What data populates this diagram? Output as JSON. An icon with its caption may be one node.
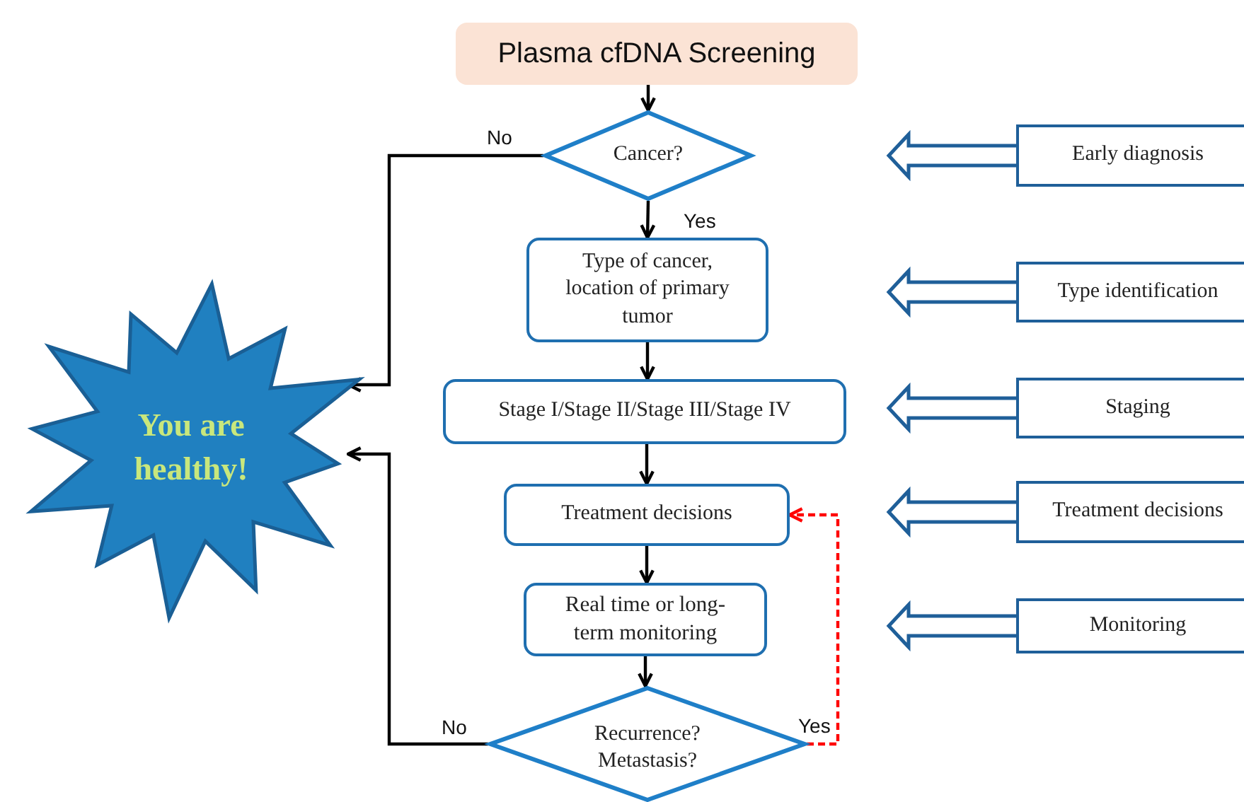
{
  "diagram": {
    "nodes": [
      {
        "text": [
          "Plasma cfDNA Screening"
        ]
      },
      {
        "text": [
          "Cancer?"
        ]
      },
      {
        "text": [
          "Type of cancer, location of primary tumor"
        ]
      },
      {
        "text": [
          "Stage I/Stage II/Stage III/Stage IV"
        ]
      },
      {
        "text": [
          "Treatment decisions"
        ]
      },
      {
        "text": [
          "Real time or long-term monitoring"
        ]
      },
      {
        "text": [
          "Recurrence? Metastasis?"
        ]
      },
      {
        "text": [
          "You are healthy!"
        ]
      },
      {
        "text": [
          "Early diagnosis"
        ]
      },
      {
        "text": [
          "Type identification"
        ]
      },
      {
        "text": [
          "Staging"
        ]
      },
      {
        "text": [
          "Treatment decisions"
        ]
      },
      {
        "text": [
          "Monitoring"
        ]
      }
    ],
    "edges": [
      {
        "from": 0,
        "to": 1,
        "arrow": "to"
      },
      {
        "from": 1,
        "to": 2,
        "arrow": "to",
        "label": "Yes"
      },
      {
        "from": 1,
        "to": 7,
        "arrow": "to",
        "label": "No"
      },
      {
        "from": 2,
        "to": 3,
        "arrow": "to"
      },
      {
        "from": 3,
        "to": 4,
        "arrow": "to"
      },
      {
        "from": 4,
        "to": 5,
        "arrow": "to"
      },
      {
        "from": 5,
        "to": 6,
        "arrow": "to"
      },
      {
        "from": 6,
        "to": 7,
        "arrow": "to",
        "label": "No"
      },
      {
        "from": 6,
        "to": 4,
        "arrow": "to",
        "label": "Yes",
        "style": "dashed",
        "color": "#ff0000"
      },
      {
        "from": 8,
        "to": null,
        "arrow": "to",
        "color": "#1f5f99"
      },
      {
        "from": 9,
        "to": null,
        "arrow": "to",
        "color": "#1f5f99"
      },
      {
        "from": 10,
        "to": null,
        "arrow": "to",
        "color": "#1f5f99"
      },
      {
        "from": 11,
        "to": null,
        "arrow": "to",
        "color": "#1f5f99"
      },
      {
        "from": 12,
        "to": null,
        "arrow": "to",
        "color": "#1f5f99"
      }
    ]
  }
}
